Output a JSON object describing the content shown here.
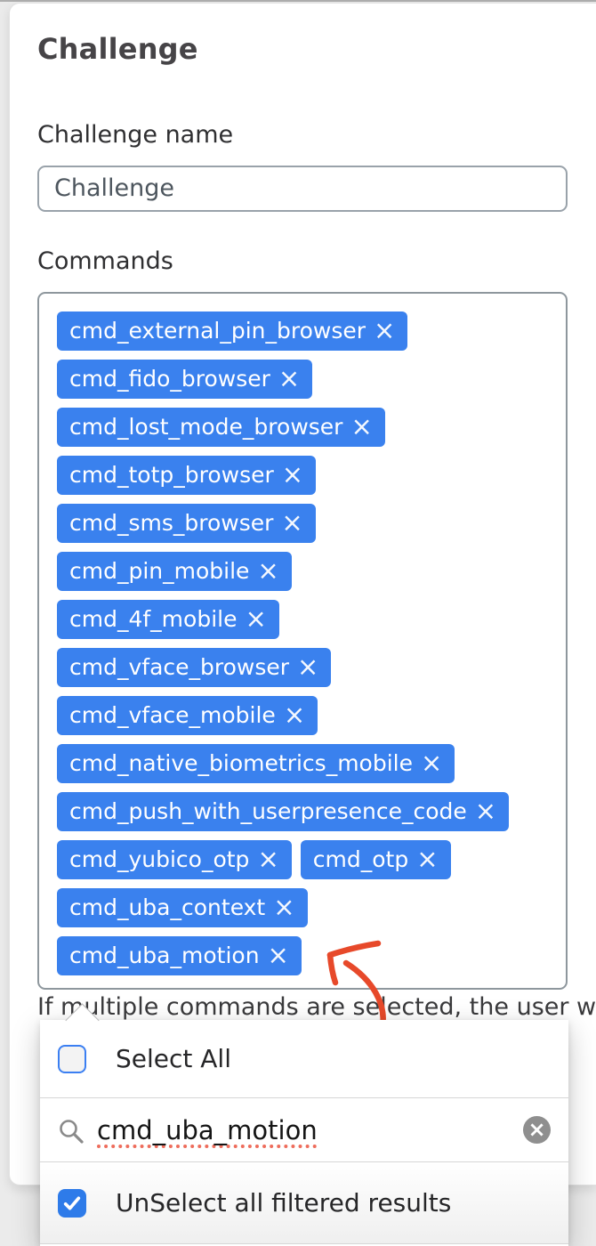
{
  "header": {
    "title": "Challenge"
  },
  "challenge_name": {
    "label": "Challenge name",
    "value": "Challenge"
  },
  "commands": {
    "label": "Commands",
    "remove_icon": "×",
    "chip_rows": [
      [
        "cmd_external_pin_browser"
      ],
      [
        "cmd_fido_browser"
      ],
      [
        "cmd_lost_mode_browser"
      ],
      [
        "cmd_totp_browser"
      ],
      [
        "cmd_sms_browser"
      ],
      [
        "cmd_pin_mobile"
      ],
      [
        "cmd_4f_mobile"
      ],
      [
        "cmd_vface_browser"
      ],
      [
        "cmd_vface_mobile"
      ],
      [
        "cmd_native_biometrics_mobile"
      ],
      [
        "cmd_push_with_userpresence_code"
      ],
      [
        "cmd_yubico_otp",
        "cmd_otp"
      ],
      [
        "cmd_uba_context"
      ],
      [
        "cmd_uba_motion"
      ]
    ]
  },
  "helper_text": "If multiple commands are selected, the user will",
  "dropdown": {
    "select_all": {
      "label": "Select All",
      "checked": false
    },
    "search": {
      "value": "cmd_uba_motion",
      "clear_icon": "×"
    },
    "unselect_filtered": {
      "label": "UnSelect all filtered results",
      "checked": true
    }
  },
  "annotation": {
    "type": "hand-drawn-arrow",
    "points_at": "cmd_uba_motion"
  },
  "colors": {
    "chip_bg": "#3a81ee",
    "checkbox_checked_bg": "#2e7be9",
    "checkbox_unchecked_border": "#3b7ff2",
    "arrow": "#e7492a",
    "spellcheck_underline": "#ee6d5c"
  }
}
